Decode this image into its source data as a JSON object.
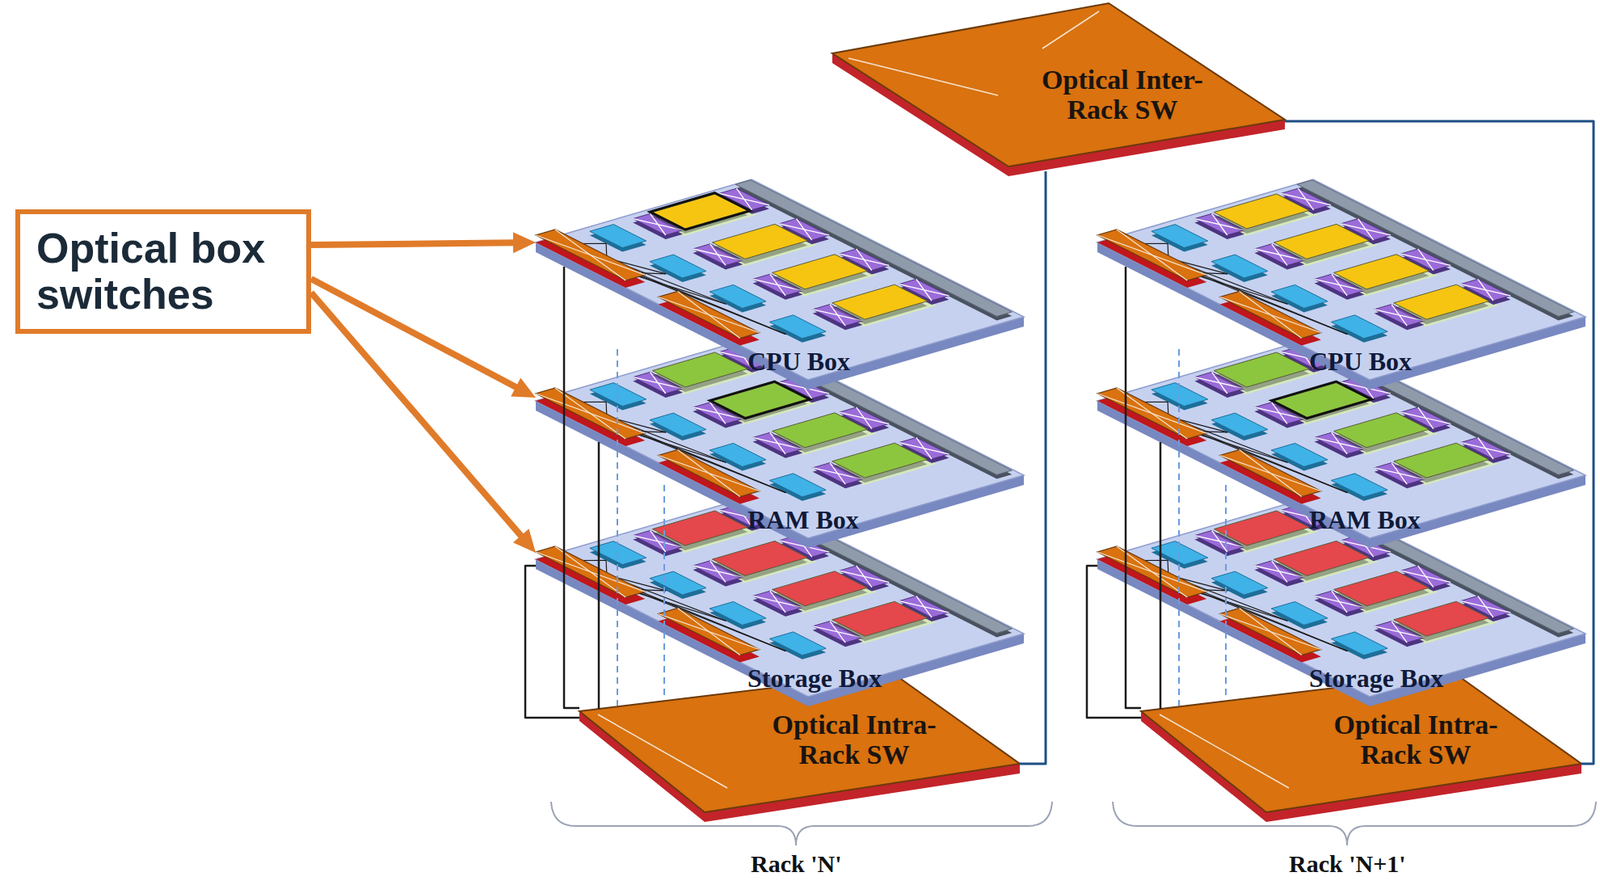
{
  "diagram": {
    "nodes": [
      {
        "text": [
          "Optical box switches"
        ]
      },
      {
        "text": [
          "Optical Inter-Rack SW"
        ]
      },
      {
        "text": [
          "CPU Box"
        ]
      },
      {
        "text": [
          "RAM Box"
        ]
      },
      {
        "text": [
          "Storage Box"
        ]
      },
      {
        "text": [
          "Optical Intra-Rack SW"
        ]
      },
      {
        "text": [
          "CPU Box"
        ]
      },
      {
        "text": [
          "RAM Box"
        ]
      },
      {
        "text": [
          "Storage Box"
        ]
      },
      {
        "text": [
          "Optical Intra-Rack SW"
        ]
      }
    ],
    "edges": [
      {
        "from": 0,
        "to": 2,
        "arrow": "to"
      },
      {
        "from": 0,
        "to": 3,
        "arrow": "to"
      },
      {
        "from": 0,
        "to": 4,
        "arrow": "to"
      },
      {
        "from": 5,
        "to": 2,
        "arrow": "none"
      },
      {
        "from": 5,
        "to": 3,
        "arrow": "none"
      },
      {
        "from": 5,
        "to": 4,
        "arrow": "none"
      },
      {
        "from": 9,
        "to": 6,
        "arrow": "none"
      },
      {
        "from": 9,
        "to": 7,
        "arrow": "none"
      },
      {
        "from": 9,
        "to": 8,
        "arrow": "none"
      },
      {
        "from": 1,
        "to": 5,
        "arrow": "none"
      },
      {
        "from": 1,
        "to": 9,
        "arrow": "none"
      }
    ],
    "labels": [
      "Rack 'N'",
      "Rack 'N+1'"
    ]
  }
}
